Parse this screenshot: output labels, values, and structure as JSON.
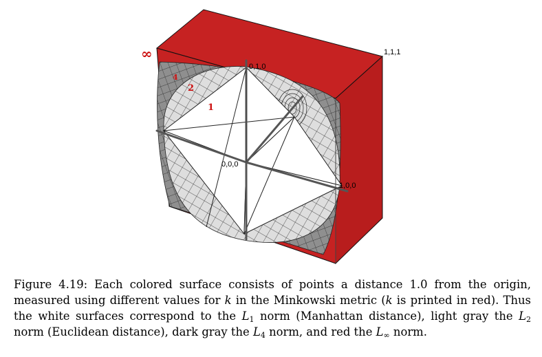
{
  "figure": {
    "corner_labels": {
      "origin": "0,0,0",
      "x": "1,0,0",
      "y": "0,1,0",
      "xyz": "1,1,1"
    },
    "k_labels": [
      "∞",
      "4",
      "2",
      "1"
    ],
    "colors": {
      "linf_surface": "#c62222",
      "l4_surface": "#8f8f8f",
      "l2_surface": "#dedede",
      "l1_surface": "#ffffff",
      "k_label": "#cc1111",
      "axes": "#555555"
    }
  },
  "caption": {
    "fig_label": "Figure 4.19:",
    "part1": "Each colored surface consists of points a distance 1.0 from the origin, measured using different values for",
    "k1": "k",
    "part2": "in the Minkowski metric (",
    "k2": "k",
    "part3": "is printed in red). Thus the white surfaces correspond to the",
    "L1": "L",
    "L1_sub": "1",
    "part4": "norm (Manhattan distance), light gray the",
    "L2": "L",
    "L2_sub": "2",
    "part5": "norm (Euclidean distance), dark gray the",
    "L4": "L",
    "L4_sub": "4",
    "part6": "norm, and red the",
    "Linf": "L",
    "Linf_sub": "∞",
    "part7": "norm."
  }
}
